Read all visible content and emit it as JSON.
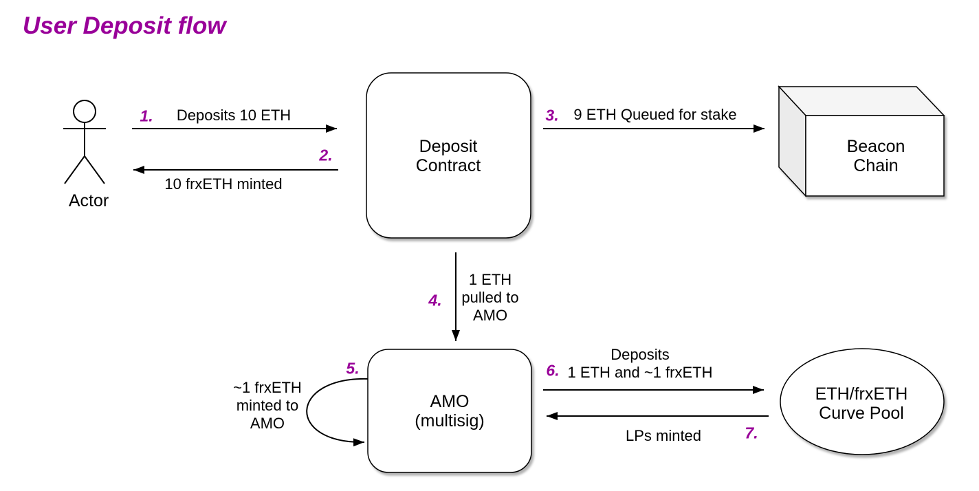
{
  "title": "User Deposit flow",
  "colors": {
    "accent": "#990099",
    "stroke": "#000000",
    "node_fill": "#ffffff",
    "cube_top": "#f5f5f5",
    "cube_side": "#ebebeb"
  },
  "nodes": {
    "actor": {
      "label": "Actor",
      "shape": "stick-figure"
    },
    "deposit_contract": {
      "label": "Deposit\nContract",
      "shape": "rounded-rect"
    },
    "beacon_chain": {
      "label": "Beacon Chain",
      "shape": "cube"
    },
    "amo": {
      "label": "AMO\n(multisig)",
      "shape": "rounded-rect"
    },
    "curve_pool": {
      "label": "ETH/frxETH\nCurve Pool",
      "shape": "ellipse"
    }
  },
  "edges": [
    {
      "num": "1.",
      "label": "Deposits 10 ETH",
      "from": "actor",
      "to": "deposit_contract"
    },
    {
      "num": "2.",
      "label": "10 frxETH minted",
      "from": "deposit_contract",
      "to": "actor"
    },
    {
      "num": "3.",
      "label": "9 ETH Queued for stake",
      "from": "deposit_contract",
      "to": "beacon_chain"
    },
    {
      "num": "4.",
      "label": "1 ETH\npulled to\nAMO",
      "from": "deposit_contract",
      "to": "amo"
    },
    {
      "num": "5.",
      "label": "~1 frxETH\nminted to\nAMO",
      "from": "amo",
      "to": "amo"
    },
    {
      "num": "6.",
      "label": "Deposits\n1 ETH and ~1 frxETH",
      "from": "amo",
      "to": "curve_pool"
    },
    {
      "num": "7.",
      "label": "LPs minted",
      "from": "curve_pool",
      "to": "amo"
    }
  ]
}
